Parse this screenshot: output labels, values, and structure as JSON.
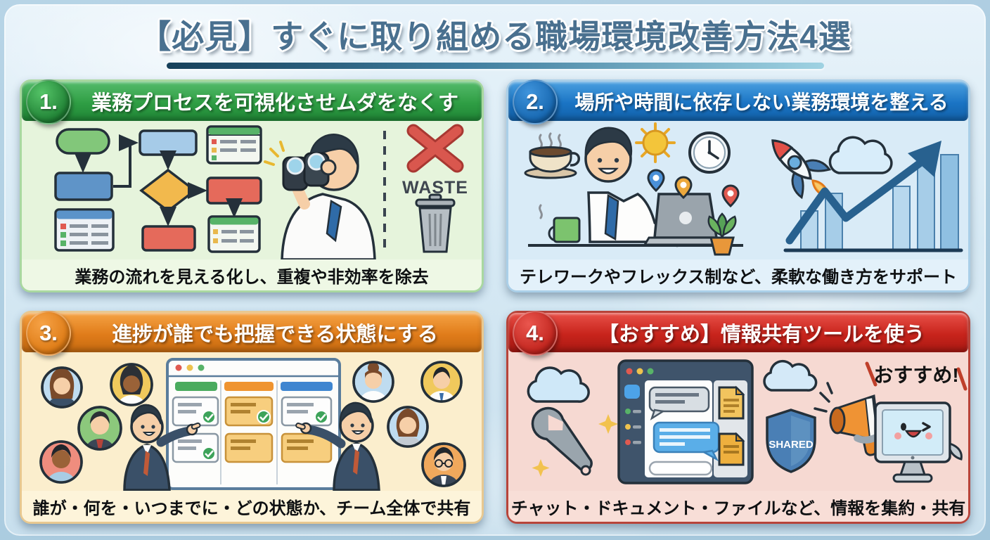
{
  "title": "【必見】すぐに取り組める職場環境改善方法4選",
  "colors": {
    "background": "#cfe4f0",
    "title_text": "#49708f",
    "panel1_accent": "#2f9e44",
    "panel2_accent": "#1a74c4",
    "panel3_accent": "#e07c1a",
    "panel4_accent": "#c8241c"
  },
  "panels": [
    {
      "number": "1.",
      "heading": "業務プロセスを可視化させムダをなくす",
      "caption": "業務の流れを見える化し、重複や非効率を除去",
      "labels": {
        "waste": "WASTE"
      }
    },
    {
      "number": "2.",
      "heading": "場所や時間に依存しない業務環境を整える",
      "caption": "テレワークやフレックス制など、柔軟な働き方をサポート"
    },
    {
      "number": "3.",
      "heading": "進捗が誰でも把握できる状態にする",
      "caption": "誰が・何を・いつまでに・どの状態か、チーム全体で共有"
    },
    {
      "number": "4.",
      "heading": "【おすすめ】情報共有ツールを使う",
      "caption": "チャット・ドキュメント・ファイルなど、情報を集約・共有",
      "labels": {
        "shield": "SHARED",
        "badge": "おすすめ!"
      }
    }
  ]
}
